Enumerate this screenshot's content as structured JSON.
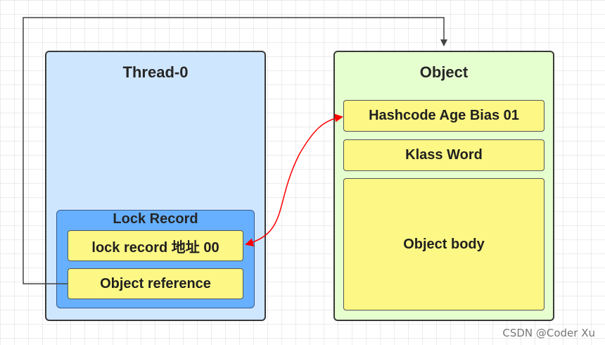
{
  "thread": {
    "title": "Thread-0",
    "lock_record": {
      "title": "Lock Record",
      "address_cell": "lock  record 地址 00",
      "reference_cell": "Object reference"
    }
  },
  "object": {
    "title": "Object",
    "header_cell": "Hashcode Age Bias 01",
    "klass_cell": "Klass Word",
    "body_cell": "Object body"
  },
  "watermark": "CSDN @Coder Xu",
  "colors": {
    "thread_fill": "#cfe6ff",
    "lock_record_fill": "#66b0ff",
    "object_fill": "#e6ffcf",
    "cell_fill": "#fdf785",
    "connector": "#444444",
    "cas_arrow": "#ff0000"
  }
}
